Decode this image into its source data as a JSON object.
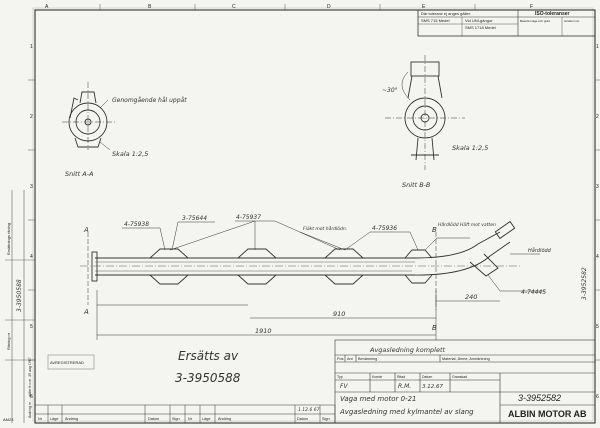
{
  "grid": {
    "columns": [
      "A",
      "B",
      "C",
      "D",
      "E",
      "F"
    ],
    "rows": [
      "1",
      "2",
      "3",
      "4",
      "5",
      "6"
    ]
  },
  "tolerance_box": {
    "intro": "Där toleranz ej anges gäller:",
    "smsA": "SMS 715 Medel",
    "vidUNI": "Vid UNI-gängor",
    "smsB": "SMS 1718 Medel",
    "iso_title": "ISO-toleranser",
    "col1": "Beteckn läge och grad",
    "col2": "Avvikel mm"
  },
  "views": {
    "sectionA_note": "Genomgående hål uppåt",
    "sectionA_scale": "Skala 1:2,5",
    "sectionA_label": "Snitt A-A",
    "sectionB_angle": "~30°",
    "sectionB_scale": "Skala 1:2,5",
    "sectionB_label": "Snitt B-B"
  },
  "part_refs": {
    "p1": "4-75938",
    "p2": "3-75644",
    "p3": "4-75937",
    "p4": "4-75936",
    "p5": "4-74445",
    "note1": "Fläkt mot hårdlödn.",
    "note2": "Hårdlödd Häft mot vatten",
    "note3": "Hårdlödd"
  },
  "dimensions": {
    "d240": "240",
    "d910": "910",
    "d1910": "1910",
    "markA": "A",
    "markB": "B"
  },
  "stamps": {
    "handwritten_left": "Ersätts av",
    "handwritten_number": "3-3950588",
    "stamp_box": "AVREGISTRERAD"
  },
  "title_block": {
    "pos_h": "Pos",
    "ant_h": "Ant",
    "ben_h": "Benämning",
    "material_h": "Material, Ämne, Anmärkning",
    "header_desc": "Avgasledning komplett",
    "typ_h": "Typ",
    "konstr_h": "Konstr",
    "ritad_h": "Ritad",
    "datum_h": "Datum",
    "granskad_h": "Granskad",
    "typ": "FV",
    "konstr": "",
    "ritad": "R.M.",
    "datum": "3.12.67",
    "line1": "Vaga med motor 0-21",
    "line2": "Avgasledning med kylmantel av slang",
    "drawing_no": "3-3952582",
    "company": "ALBIN MOTOR AB"
  },
  "revision_block": {
    "nr_h": "Nr",
    "lage_h": "Läge",
    "andring_h": "Ändring",
    "datum_h": "Datum",
    "sign_h": "Sign",
    "date_entry": "1.12.6 67"
  },
  "left_strip": {
    "s1": "Ersättnings ritning",
    "s2": "3-3950588",
    "s3": "Ritning nr",
    "s4": "Ändring nr ... gäller fr.o.m. 29 aug 1967"
  },
  "sheet_code": "AM23"
}
